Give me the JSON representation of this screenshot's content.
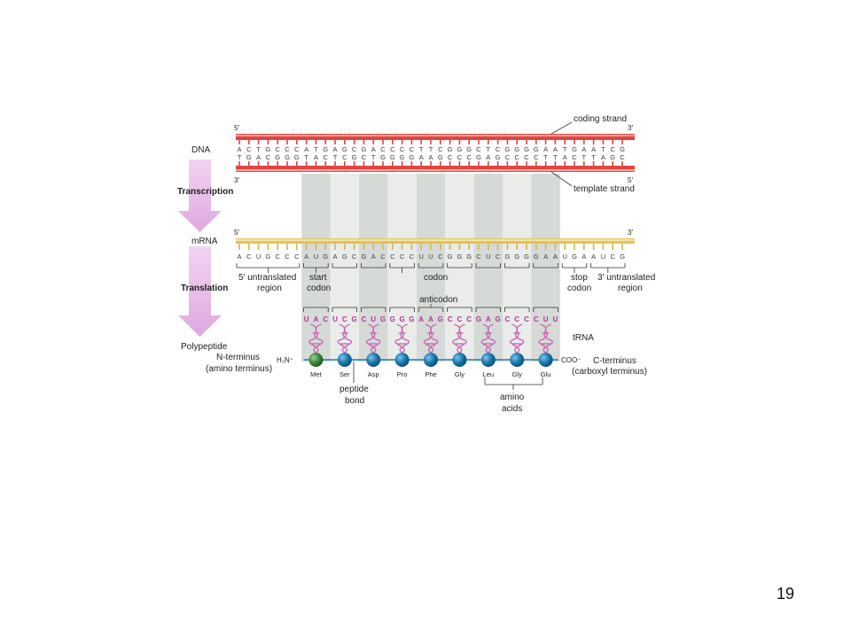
{
  "slide": {
    "page_number": "19"
  },
  "process": {
    "dna_label": "DNA",
    "transcription_label": "Transcription",
    "mrna_label": "mRNA",
    "translation_label": "Translation",
    "polypeptide_label": "Polypeptide"
  },
  "dna": {
    "coding_strand_label": "coding strand",
    "template_strand_label": "template strand",
    "coding_sequence": [
      "A",
      "C",
      "T",
      "G",
      "C",
      "C",
      "C",
      "A",
      "T",
      "G",
      "A",
      "G",
      "C",
      "G",
      "A",
      "C",
      "C",
      "C",
      "C",
      "T",
      "T",
      "C",
      "G",
      "G",
      "G",
      "C",
      "T",
      "C",
      "G",
      "G",
      "G",
      "G",
      "A",
      "A",
      "T",
      "G",
      "A",
      "A",
      "T",
      "C",
      "G"
    ],
    "template_sequence": [
      "T",
      "G",
      "A",
      "C",
      "G",
      "G",
      "G",
      "T",
      "A",
      "C",
      "T",
      "C",
      "G",
      "C",
      "T",
      "G",
      "G",
      "G",
      "G",
      "A",
      "A",
      "G",
      "C",
      "C",
      "C",
      "G",
      "A",
      "G",
      "C",
      "C",
      "C",
      "C",
      "T",
      "T",
      "A",
      "C",
      "T",
      "T",
      "A",
      "G",
      "C"
    ],
    "coding_5prime": "5′",
    "coding_3prime": "3′",
    "template_3prime": "3′",
    "template_5prime": "5′"
  },
  "mrna": {
    "sequence": [
      "A",
      "C",
      "U",
      "G",
      "C",
      "C",
      "C",
      "A",
      "U",
      "G",
      "A",
      "G",
      "C",
      "G",
      "A",
      "C",
      "C",
      "C",
      "C",
      "U",
      "U",
      "C",
      "G",
      "G",
      "G",
      "C",
      "U",
      "C",
      "G",
      "G",
      "G",
      "G",
      "A",
      "A",
      "U",
      "G",
      "A",
      "A",
      "U",
      "C",
      "G"
    ],
    "five_prime": "5′",
    "three_prime": "3′",
    "utr5_label_line1": "5′ untranslated",
    "utr5_label_line2": "region",
    "start_codon_line1": "start",
    "start_codon_line2": "codon",
    "codon_label": "codon",
    "stop_codon_line1": "stop",
    "stop_codon_line2": "codon",
    "utr3_label_line1": "3′ untranslated",
    "utr3_label_line2": "region"
  },
  "trna": {
    "anticodon_label": "anticodon",
    "trna_label": "tRNA",
    "anticodons": [
      [
        "U",
        "A",
        "C"
      ],
      [
        "U",
        "C",
        "G"
      ],
      [
        "C",
        "U",
        "G"
      ],
      [
        "G",
        "G",
        "G"
      ],
      [
        "A",
        "A",
        "G"
      ],
      [
        "C",
        "C",
        "C"
      ],
      [
        "G",
        "A",
        "G"
      ],
      [
        "C",
        "C",
        "C"
      ],
      [
        "C",
        "U",
        "U"
      ]
    ]
  },
  "polypeptide": {
    "n_terminus_label_line1": "N-terminus",
    "n_terminus_label_line2": "(amino terminus)",
    "n_end_chem": "H₃N⁺",
    "c_end_chem": "COO⁻",
    "c_terminus_label_line1": "C-terminus",
    "c_terminus_label_line2": "(carboxyl terminus)",
    "amino_acids": [
      "Met",
      "Ser",
      "Asp",
      "Pro",
      "Phe",
      "Gly",
      "Leu",
      "Gly",
      "Glu"
    ],
    "peptide_bond_line1": "peptide",
    "peptide_bond_line2": "bond",
    "amino_acids_label_line1": "amino",
    "amino_acids_label_line2": "acids"
  },
  "colors": {
    "dna_strand": "#e0453f",
    "dna_strand_light": "#f3a6a2",
    "mrna_strand": "#e3c35a",
    "arrow": "#e5b6e5",
    "highlight": "#d2d6d2",
    "highlight_light": "#e8ebe8",
    "met_ball": "#3f8f3f",
    "aa_ball": "#1f7fb3",
    "trna": "#c86ab8"
  }
}
